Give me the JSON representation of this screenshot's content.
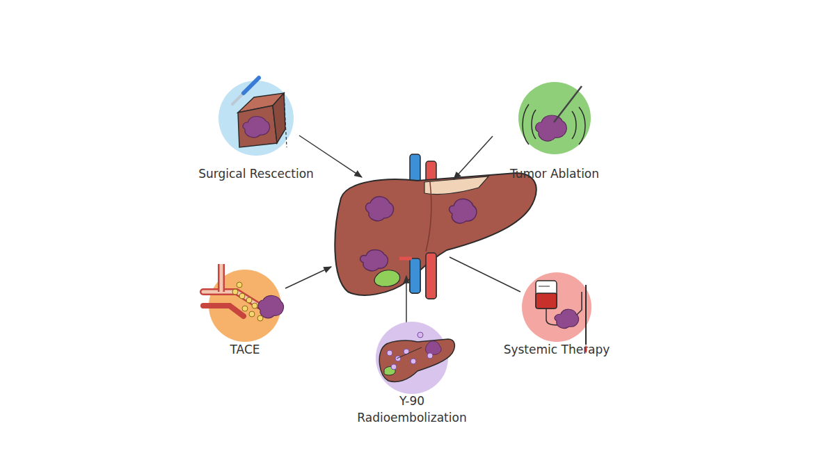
{
  "diagram": {
    "nodes": [
      {
        "text": [
          "Surgical Rescection"
        ]
      },
      {
        "text": [
          "Tumor Ablation"
        ]
      },
      {
        "text": [
          "TACE"
        ]
      },
      {
        "text": [
          "Systemic Therapy"
        ]
      },
      {
        "text": [
          "Y-90 Radioembolization"
        ]
      }
    ]
  }
}
